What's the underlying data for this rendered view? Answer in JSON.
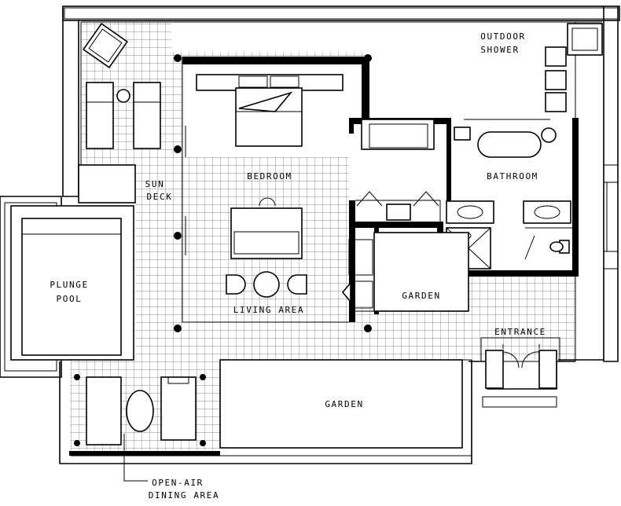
{
  "plan": {
    "rooms": {
      "outdoor_shower_line1": "OUTDOOR",
      "outdoor_shower_line2": "SHOWER",
      "bedroom": "BEDROOM",
      "bathroom": "BATHROOM",
      "sun_deck_line1": "SUN",
      "sun_deck_line2": "DECK",
      "plunge_pool_line1": "PLUNGE",
      "plunge_pool_line2": "POOL",
      "living_area": "LIVING AREA",
      "garden_inner": "GARDEN",
      "entrance": "ENTRANCE",
      "garden_main": "GARDEN",
      "dining_line1": "OPEN-AIR",
      "dining_line2": "DINING AREA"
    }
  },
  "colors": {
    "ink": "#000000",
    "paper": "#ffffff",
    "grid": "#555555"
  }
}
